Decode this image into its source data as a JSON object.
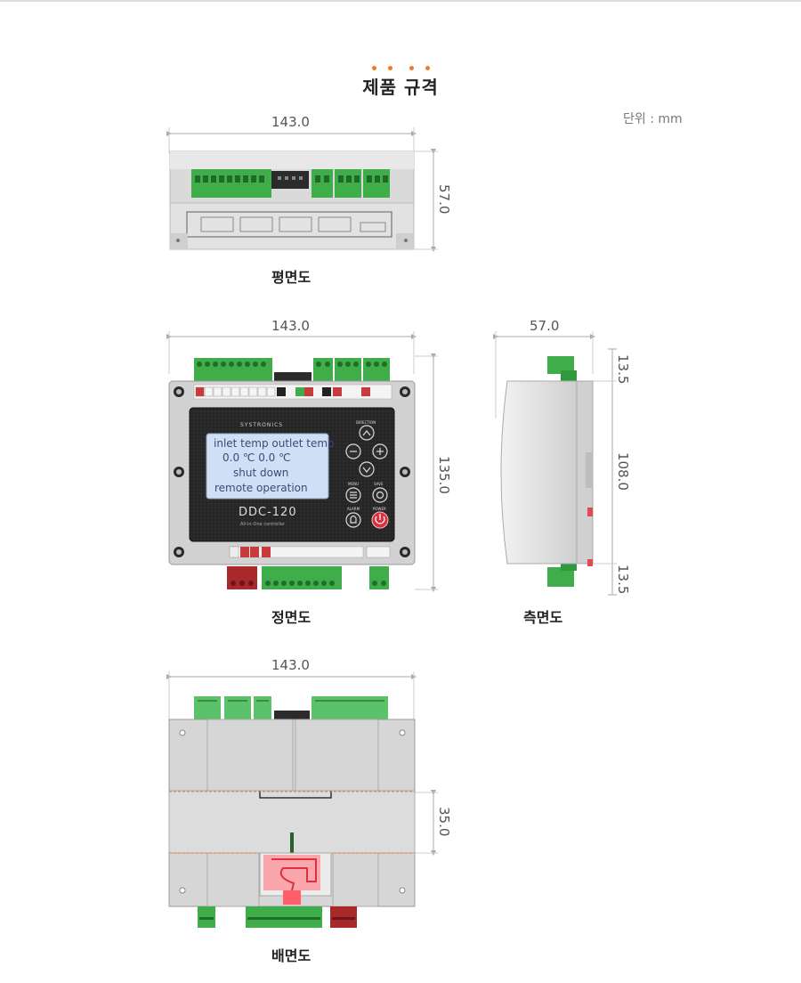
{
  "header": {
    "title": "제품 규격",
    "unit": "단위 : mm"
  },
  "views": {
    "top": {
      "caption": "평면도",
      "width": "143.0",
      "height": "57.0"
    },
    "front": {
      "caption": "정면도",
      "width": "143.0",
      "height": "135.0"
    },
    "side": {
      "caption": "측면도",
      "width": "57.0",
      "top": "13.5",
      "middle": "108.0",
      "bottom": "13.5"
    },
    "back": {
      "caption": "배면도",
      "width": "143.0",
      "height": "35.0"
    }
  },
  "device": {
    "brand": "SYSTRONICS",
    "model": "DDC-120",
    "model_sub": "All-in-One controller",
    "lcd": {
      "line1": "inlet temp   outlet temp",
      "line2": "0.0 ℃       0.0 ℃",
      "line3": "shut down",
      "line4": "remote operation"
    },
    "buttons": {
      "direction": "DIRECTION",
      "menu": "MENU",
      "save": "SAVE",
      "alarm": "ALARM",
      "power": "POWER"
    },
    "colors": {
      "terminal_green": "#3fae4a",
      "terminal_red": "#b22a2a",
      "body_grey": "#d9d9d9",
      "panel_dark": "#2a2a2a",
      "lcd_blue": "#c9dcf3",
      "clip_pink": "#ff5f6b",
      "accent_orange": "#f07a2a"
    }
  }
}
